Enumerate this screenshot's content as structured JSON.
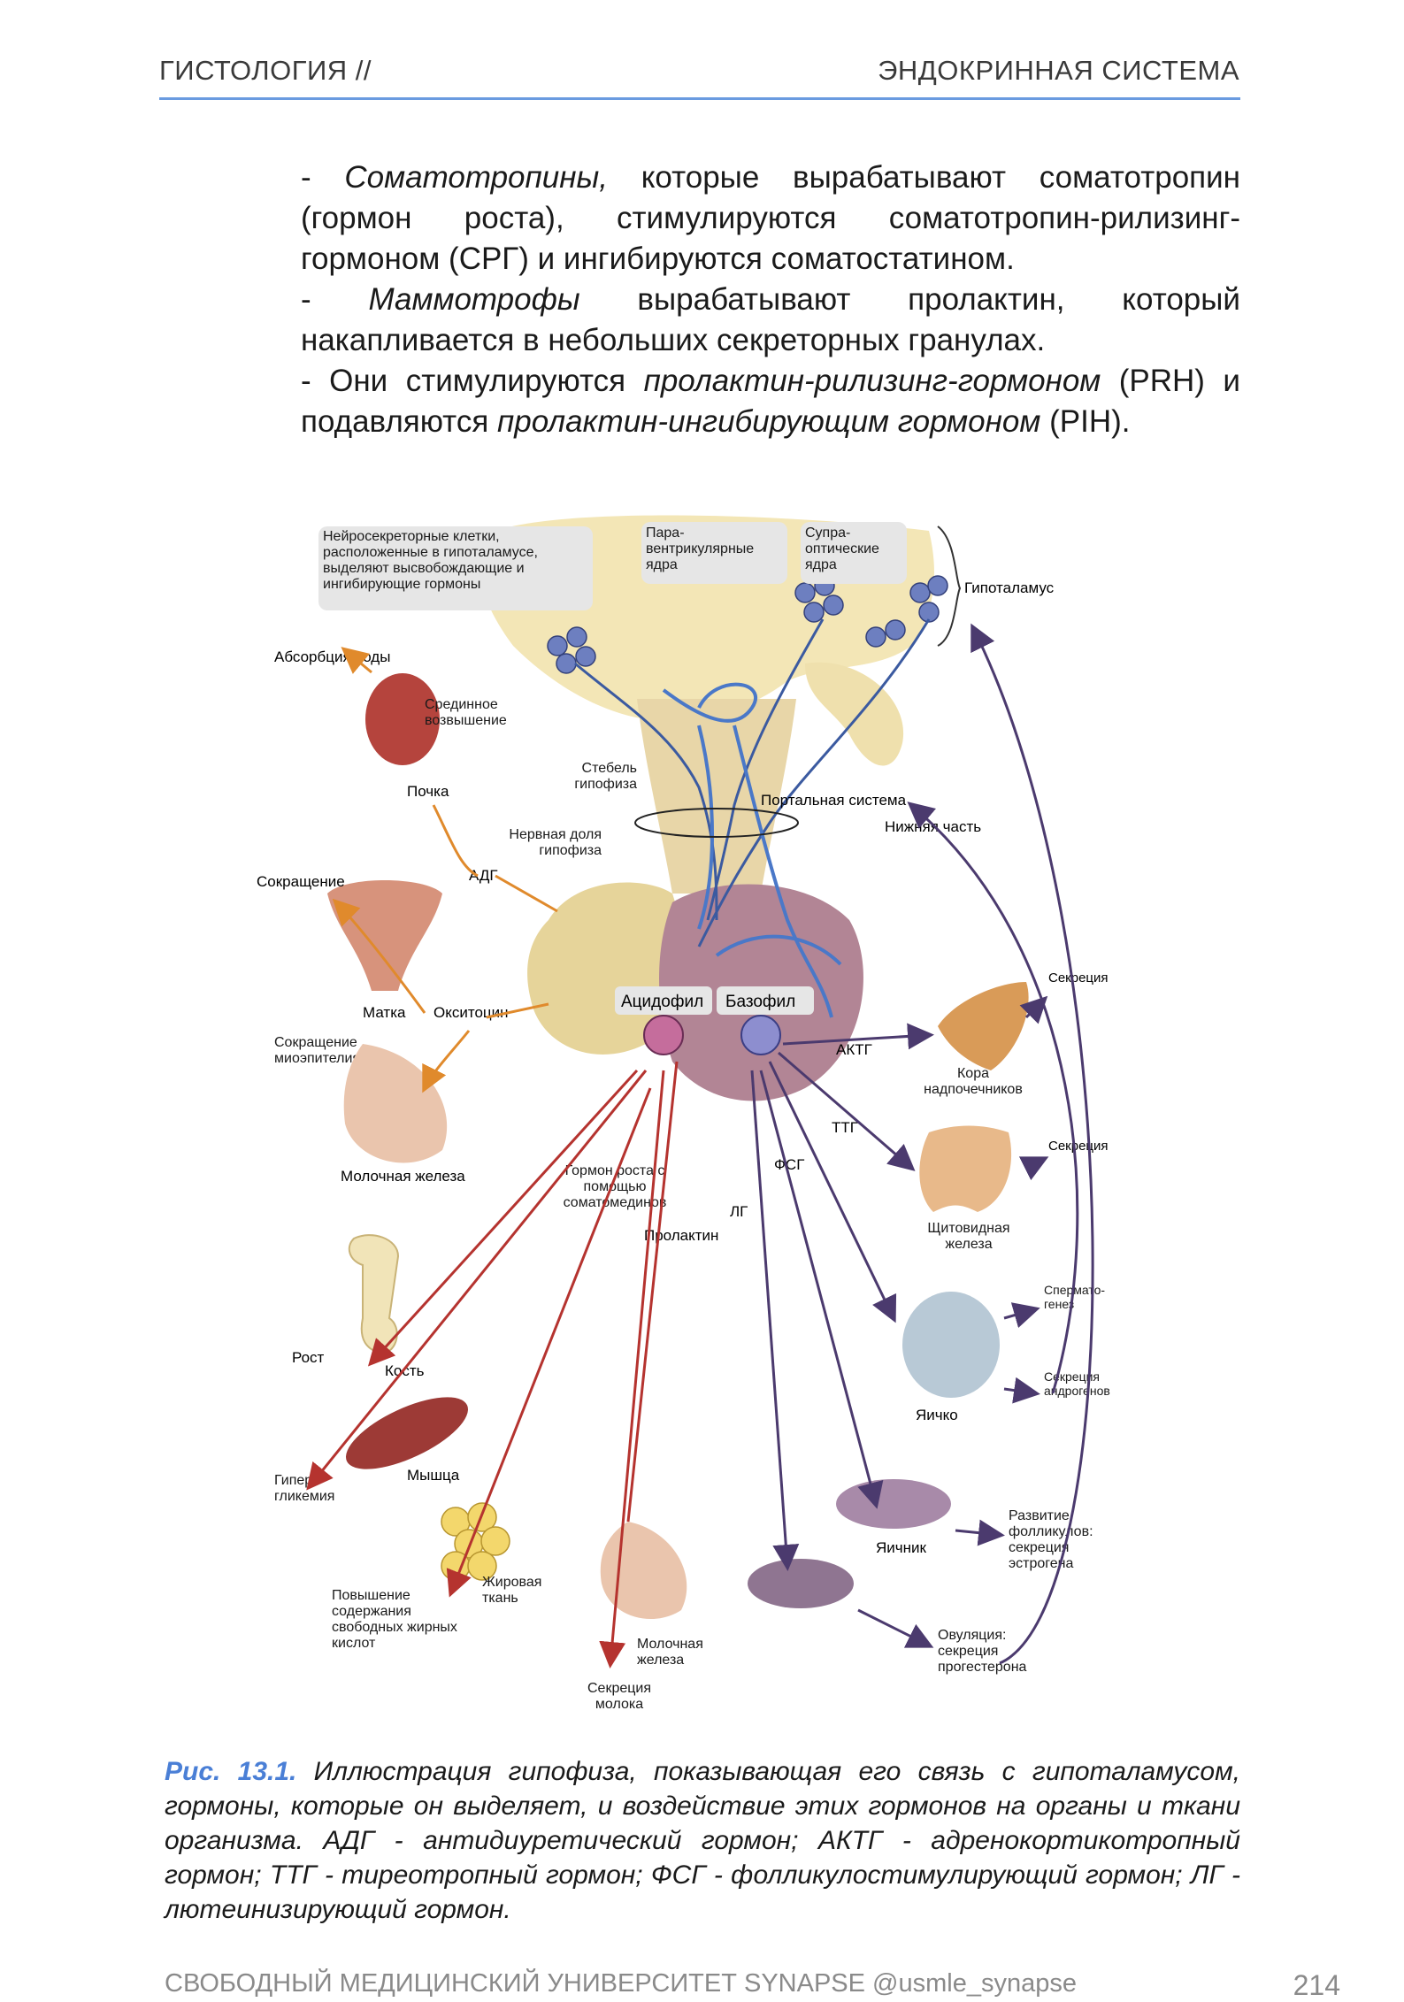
{
  "header": {
    "left": "ГИСТОЛОГИЯ //",
    "right": "ЭНДОКРИННАЯ СИСТЕМА"
  },
  "body": {
    "p1_em": "Соматотропины,",
    "p1_rest": " которые вырабатывают соматотропин (гормон роста), стимулируются соматотропин-рилизинг-гормоном (СРГ) и ингибируются соматостатином.",
    "p2_em": "Маммотрофы",
    "p2_rest": " вырабатывают пролактин, который накапливается в небольших секреторных гранулах.",
    "p3_a": "- Они стимулируются ",
    "p3_em1": "пролактин-рилизинг-гормоном",
    "p3_b": " (PRH) и подавляются ",
    "p3_em2": "пролактин-ингибирующим гормоном",
    "p3_c": " (PIH)."
  },
  "figure": {
    "neuro_box": "Нейросекреторные клетки, расположенные в гипоталамусе, выделяют высвобождающие и ингибирующие гормоны",
    "paraventricular": "Пара- вентрикулярные ядра",
    "supraoptic": "Супра- оптические ядра",
    "hypothalamus": "Гипоталамус",
    "water_absorption": "Абсорбция воды",
    "median_eminence": "Срединное возвышение",
    "stalk": "Стебель гипофиза",
    "portal": "Портальная система",
    "lower_part": "Нижняя часть",
    "kidney": "Почка",
    "neural_lobe": "Нервная доля гипофиза",
    "adh": "АДГ",
    "contraction": "Сокращение",
    "uterus": "Матка",
    "oxytocin": "Окситоцин",
    "acidophil": "Ацидофил",
    "basophil": "Базофил",
    "secretion_adrenal": "Секреция",
    "acth": "АКТГ",
    "adrenal": "Кора надпочечников",
    "myoepithelium": "Сокращение миоэпителия",
    "tsh": "ТТГ",
    "secretion_thyroid": "Секреция",
    "mammary": "Молочная железа",
    "gh": "Гормон роста с помощью соматомединов",
    "fsh": "ФСГ",
    "lh": "ЛГ",
    "prolactin": "Пролактин",
    "thyroid": "Щитовидная железа",
    "spermatogenesis": "Спермато- генез",
    "growth": "Рост",
    "bone": "Кость",
    "androgens": "Секреция андрогенов",
    "testis": "Яичко",
    "muscle": "Мышца",
    "hyperglycemia": "Гипер- гликемия",
    "follicles": "Развитие фолликулов: секреция эстрогена",
    "ovary": "Яичник",
    "adipose": "Жировая ткань",
    "fatty_acids": "Повышение содержания свободных жирных кислот",
    "ovulation": "Овуляция: секреция прогестерона",
    "mammary2": "Молочная железа",
    "milk": "Секреция молока"
  },
  "caption": {
    "label": "Рис. 13.1.",
    "text": " Иллюстрация гипофиза, показывающая его связь с гипоталамусом, гормоны, которые он выделяет, и воздействие этих гормонов на органы и ткани организма. АДГ - антидиуретический гормон; АКТГ - адренокортикотропный гормон; ТТГ - тиреотропный гормон; ФСГ - фолликулостимулирующий гормон; ЛГ - лютеинизирующий гормон."
  },
  "footer": {
    "left": "СВОБОДНЫЙ МЕДИЦИНСКИЙ УНИВЕРСИТЕТ SYNAPSE @usmle_synapse",
    "page": "214"
  },
  "colors": {
    "accent": "#4a7fd6",
    "rule": "#6a9be0",
    "red_arrow": "#b5332f",
    "orange_arrow": "#e08a2c",
    "purple_arrow": "#4b3a6e"
  }
}
